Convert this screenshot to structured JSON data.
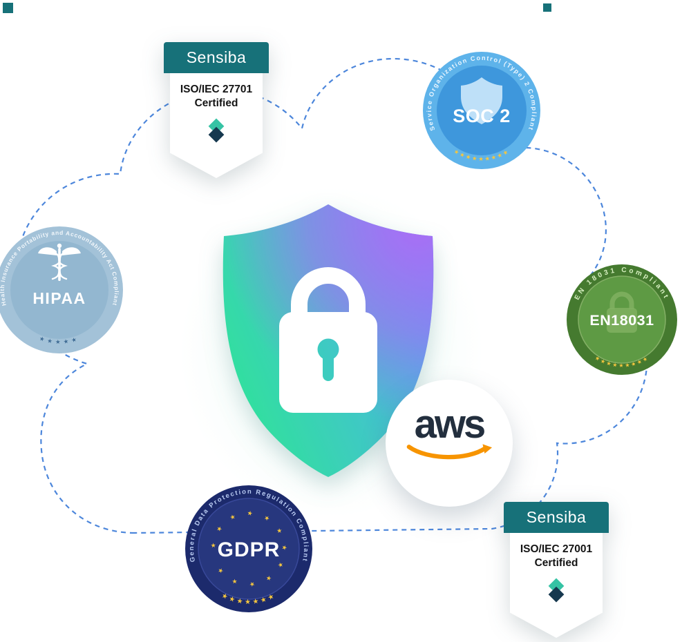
{
  "badges": {
    "iso27701": {
      "brand": "Sensiba",
      "title": "ISO/IEC 27701",
      "subtitle": "Certified"
    },
    "iso27001": {
      "brand": "Sensiba",
      "title": "ISO/IEC 27001",
      "subtitle": "Certified"
    },
    "soc2": {
      "name": "SOC 2",
      "ring_text": "Service Organization Control (Type) 2 Compliant",
      "stars": "★★★★★★★★★"
    },
    "hipaa": {
      "name": "HIPAA",
      "ring_text": "Health Insurance Portability and Accountability Act Compliant",
      "stars": "★★★★★"
    },
    "en18031": {
      "name": "EN18031",
      "ring_text": "EN 18031 Compliant",
      "stars": "★★★★★★★★★"
    },
    "gdpr": {
      "name": "GDPR",
      "ring_text": "General Data Protection Regulation Compliant",
      "eu_stars": "★★★★★★★★★★★★",
      "stars": "★★★★★★★"
    }
  },
  "aws": {
    "label": "aws"
  },
  "colors": {
    "teal_header": "#177179",
    "diamond_teal": "#35C3A4",
    "diamond_navy": "#16384F",
    "cloud_blue": "#4C86DB",
    "soc2_outer": "#5EB3EA",
    "soc2_inner": "#3E97DC",
    "soc2_icon": "#C9E6FA",
    "hipaa_outer": "#A3C2D8",
    "hipaa_inner": "#93B7D0",
    "hipaa_stars": "#3E6B94",
    "en_outer": "#457A2F",
    "en_inner": "#5E9A44",
    "en_watermark": "#82B163",
    "en_ringtext": "#D6EFC0",
    "gdpr_outer": "#1C2A6C",
    "gdpr_inner": "#27377E",
    "gdpr_ringtext": "#B9CBF2",
    "star_yellow": "#F5C63F",
    "aws_dark": "#232F3E",
    "aws_orange": "#F79400",
    "shield_green": "#30E29A",
    "shield_blue": "#4FA6EF",
    "shield_purple": "#AE6BF5"
  }
}
